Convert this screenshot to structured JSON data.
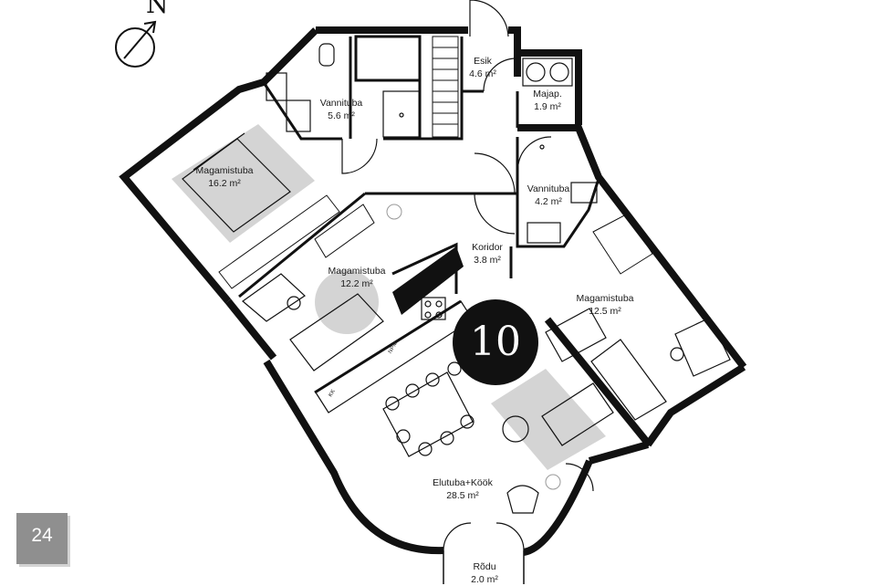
{
  "compass": {
    "label": "N"
  },
  "apartment_number": "10",
  "page_number": "24",
  "rooms": [
    {
      "name": "Esik",
      "area": "4.6 m²"
    },
    {
      "name": "Majap.",
      "area": "1.9 m²"
    },
    {
      "name": "Vannituba",
      "area": "5.6 m²"
    },
    {
      "name": "Magamistuba",
      "area": "16.2 m²"
    },
    {
      "name": "Vannituba",
      "area": "4.2 m²"
    },
    {
      "name": "Koridor",
      "area": "3.8 m²"
    },
    {
      "name": "Magamistuba",
      "area": "12.2 m²"
    },
    {
      "name": "Magamistuba",
      "area": "12.5 m²"
    },
    {
      "name": "Elutuba+Köök",
      "area": "28.5 m²"
    },
    {
      "name": "Rõdu",
      "area": "2.0 m²"
    }
  ],
  "appliance_labels": {
    "kk": "KK",
    "npm": "NPM"
  }
}
